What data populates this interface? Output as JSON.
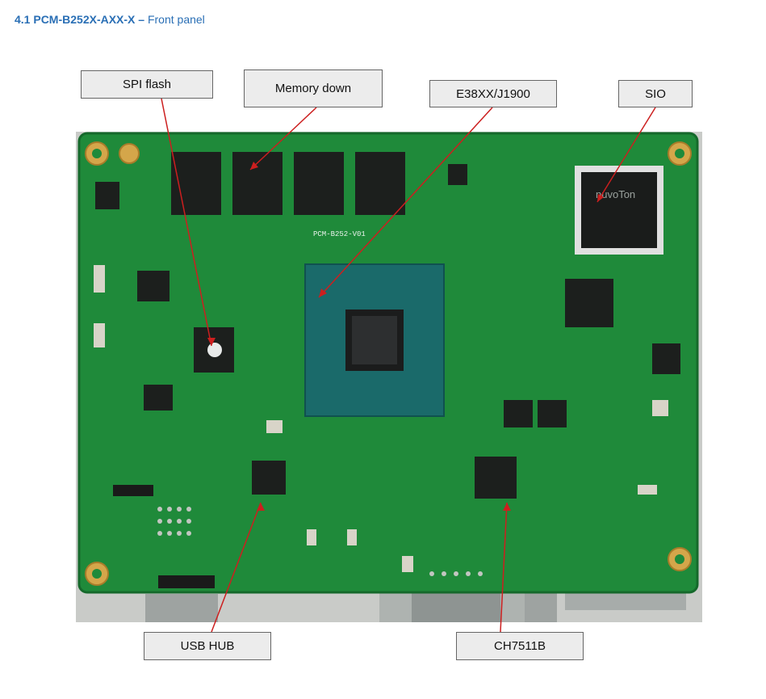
{
  "heading": {
    "number": "4.1",
    "model": "PCM-B252X-AXX-X",
    "dash": "–",
    "title": "Front panel"
  },
  "board_silkscreen": "PCM-B252-V01",
  "chip_marking": "nuvoTon",
  "callouts": {
    "spi_flash": "SPI flash",
    "memory_down": "Memory down",
    "cpu": "E38XX/J1900",
    "sio": "SIO",
    "usb_hub": "USB HUB",
    "ch7511b": "CH7511B"
  },
  "colors": {
    "heading": "#2a6fb5",
    "pcb": "#1f8a3a",
    "callout_line": "#cc1f1f",
    "label_bg": "#ececec"
  }
}
